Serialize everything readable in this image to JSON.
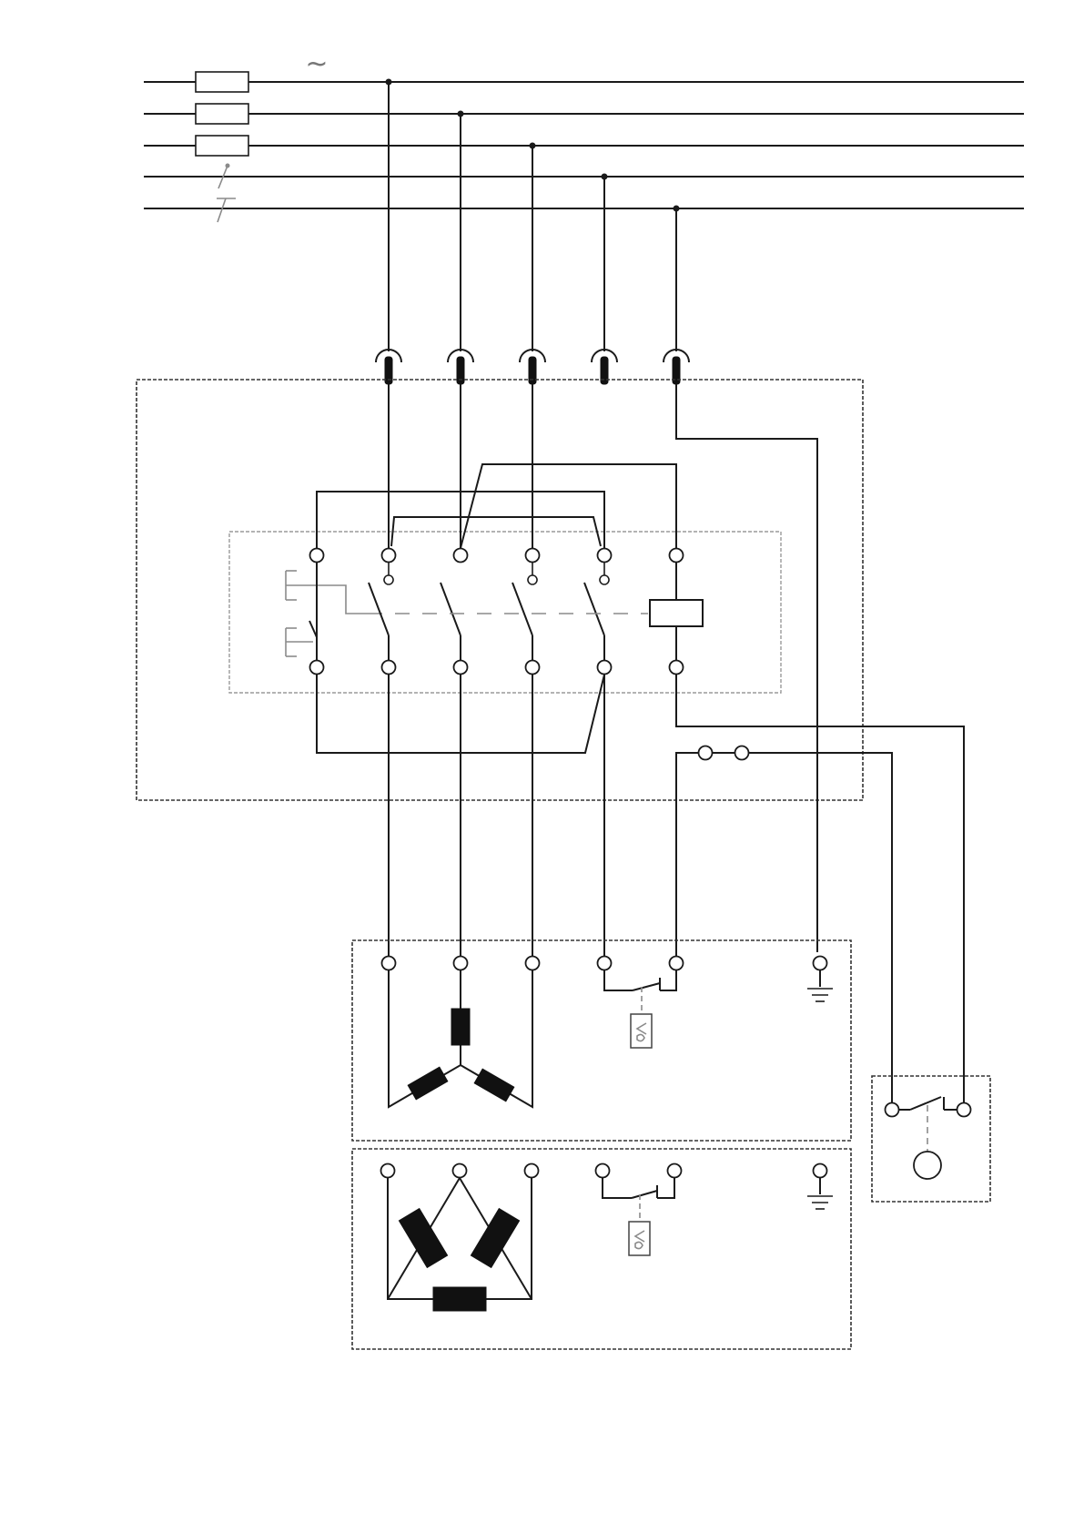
{
  "diagram": {
    "type": "electrical-wiring-schematic",
    "supply": {
      "symbol": "~",
      "line_count": 5,
      "fused_lines": 3
    },
    "plug_connectors": 5,
    "motor_connections": [
      {
        "connection": "star"
      },
      {
        "connection": "delta"
      }
    ],
    "components": [
      "fuse-icon",
      "plug-connector-icon",
      "start-pushbutton-icon",
      "stop-pushbutton-icon",
      "main-contactor-icon",
      "contactor-coil-icon",
      "thermal-protector-icon",
      "ground-icon",
      "external-switch-icon"
    ]
  }
}
